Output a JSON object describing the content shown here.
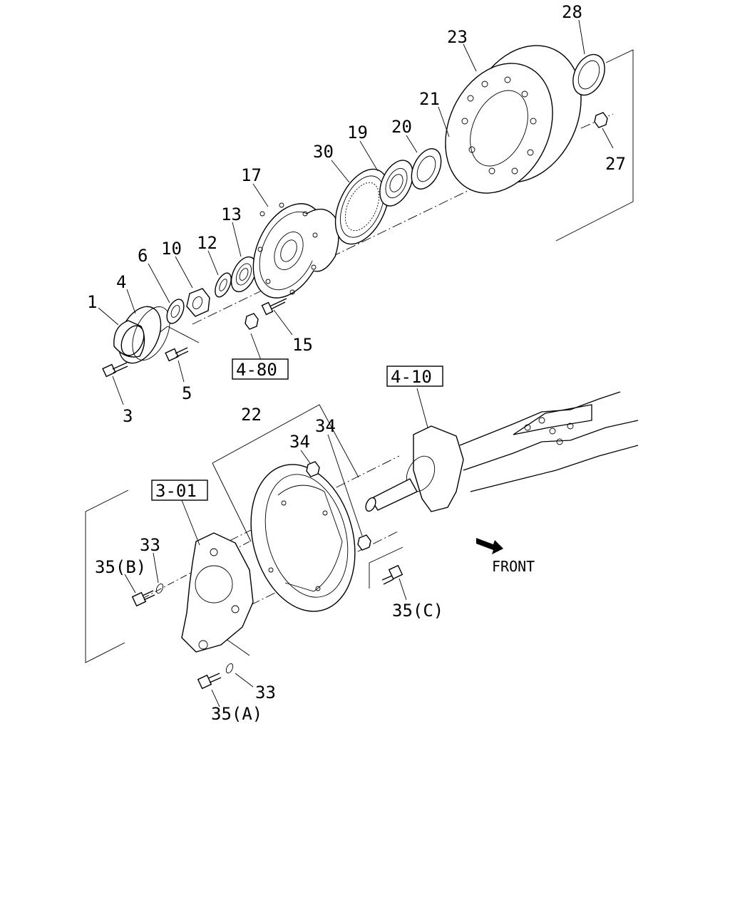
{
  "callouts": {
    "c1": "1",
    "c3": "3",
    "c4": "4",
    "c5": "5",
    "c6": "6",
    "c10": "10",
    "c12": "12",
    "c13": "13",
    "c15": "15",
    "c17": "17",
    "c19": "19",
    "c20": "20",
    "c21": "21",
    "c22": "22",
    "c23": "23",
    "c27": "27",
    "c28": "28",
    "c30": "30",
    "c33a": "33",
    "c33b": "33",
    "c34a": "34",
    "c34b": "34",
    "c35a": "35(A)",
    "c35b": "35(B)",
    "c35c": "35(C)"
  },
  "references": {
    "r480": "4-80",
    "r410": "4-10",
    "r301": "3-01"
  },
  "direction": {
    "label": "FRONT",
    "icon": "front-arrow-icon"
  }
}
